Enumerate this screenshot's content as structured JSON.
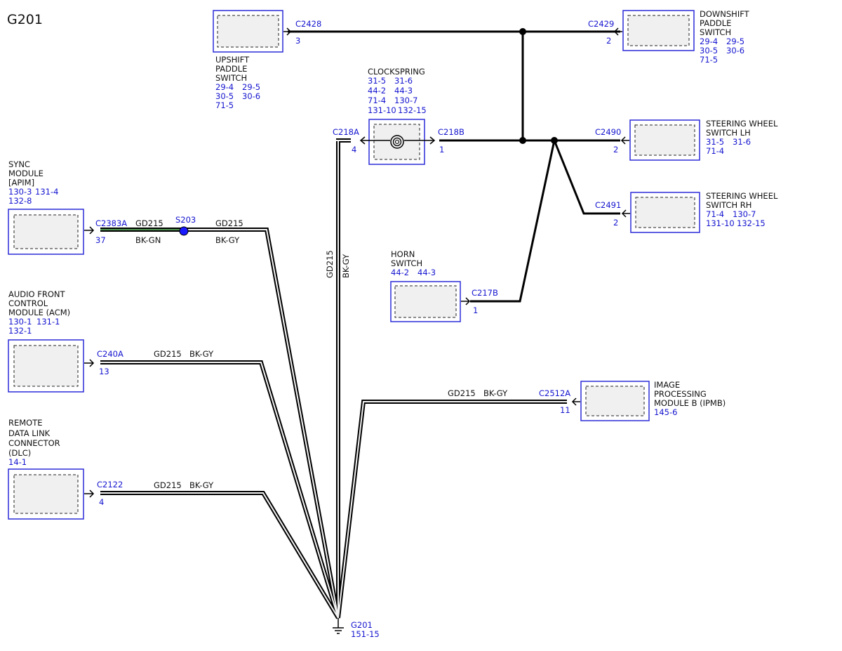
{
  "title": "G201",
  "components": {
    "upshift": {
      "name": [
        "UPSHIFT",
        "PADDLE",
        "SWITCH"
      ],
      "refs": [
        [
          "29-4",
          "29-5"
        ],
        [
          "30-5",
          "30-6"
        ],
        [
          "71-5"
        ]
      ],
      "connector": "C2428",
      "pin": "3"
    },
    "downshift": {
      "name": [
        "DOWNSHIFT",
        "PADDLE",
        "SWITCH"
      ],
      "refs": [
        [
          "29-4",
          "29-5"
        ],
        [
          "30-5",
          "30-6"
        ],
        [
          "71-5"
        ]
      ],
      "connector": "C2429",
      "pin": "2"
    },
    "clockspring": {
      "name": [
        "CLOCKSPRING"
      ],
      "refs": [
        [
          "31-5",
          "31-6"
        ],
        [
          "44-2",
          "44-3"
        ],
        [
          "71-4",
          "130-7"
        ],
        [
          "131-10",
          "132-15"
        ]
      ],
      "left_connector": "C218A",
      "left_pin": "4",
      "right_connector": "C218B",
      "right_pin": "1"
    },
    "swlh": {
      "name": [
        "STEERING WHEEL",
        "SWITCH LH"
      ],
      "refs": [
        [
          "31-5",
          "31-6"
        ],
        [
          "71-4"
        ]
      ],
      "connector": "C2490",
      "pin": "2"
    },
    "swrh": {
      "name": [
        "STEERING WHEEL",
        "SWITCH RH"
      ],
      "refs": [
        [
          "71-4",
          "130-7"
        ],
        [
          "131-10",
          "132-15"
        ]
      ],
      "connector": "C2491",
      "pin": "2"
    },
    "horn": {
      "name": [
        "HORN",
        "SWITCH"
      ],
      "refs": [
        [
          "44-2",
          "44-3"
        ]
      ],
      "connector": "C217B",
      "pin": "1"
    },
    "sync": {
      "name": [
        "SYNC",
        "MODULE",
        "[APIM]"
      ],
      "refs": [
        [
          "130-3",
          "131-4"
        ],
        [
          "132-8"
        ]
      ],
      "connector": "C2383A",
      "pin": "37"
    },
    "acm": {
      "name": [
        "AUDIO FRONT",
        "CONTROL",
        "MODULE (ACM)"
      ],
      "refs": [
        [
          "130-1",
          "131-1"
        ],
        [
          "132-1"
        ]
      ],
      "connector": "C240A",
      "pin": "13"
    },
    "dlc": {
      "name": [
        "REMOTE",
        "DATA LINK",
        "CONNECTOR",
        "(DLC)"
      ],
      "refs": [
        [
          "14-1"
        ]
      ],
      "connector": "C2122",
      "pin": "4"
    },
    "ipmb": {
      "name": [
        "IMAGE",
        "PROCESSING",
        "MODULE B (IPMB)"
      ],
      "refs": [
        [
          "145-6"
        ]
      ],
      "connector": "C2512A",
      "pin": "11"
    }
  },
  "splice": {
    "id": "S203"
  },
  "wires": {
    "sync_a": {
      "circuit": "GD215",
      "color": "BK-GN"
    },
    "sync_b": {
      "circuit": "GD215",
      "color": "BK-GY"
    },
    "acm": {
      "circuit": "GD215",
      "color": "BK-GY"
    },
    "dlc": {
      "circuit": "GD215",
      "color": "BK-GY"
    },
    "ipmb": {
      "circuit": "GD215",
      "color": "BK-GY"
    },
    "vertical": {
      "circuit": "GD215",
      "color": "BK-GY"
    }
  },
  "ground": {
    "id": "G201",
    "ref": "151-15"
  },
  "colors": {
    "connector_label": "#1515d0",
    "component_border": "#2b2bd8",
    "wire": "#000000",
    "splice_dot": "#1a1aff"
  }
}
